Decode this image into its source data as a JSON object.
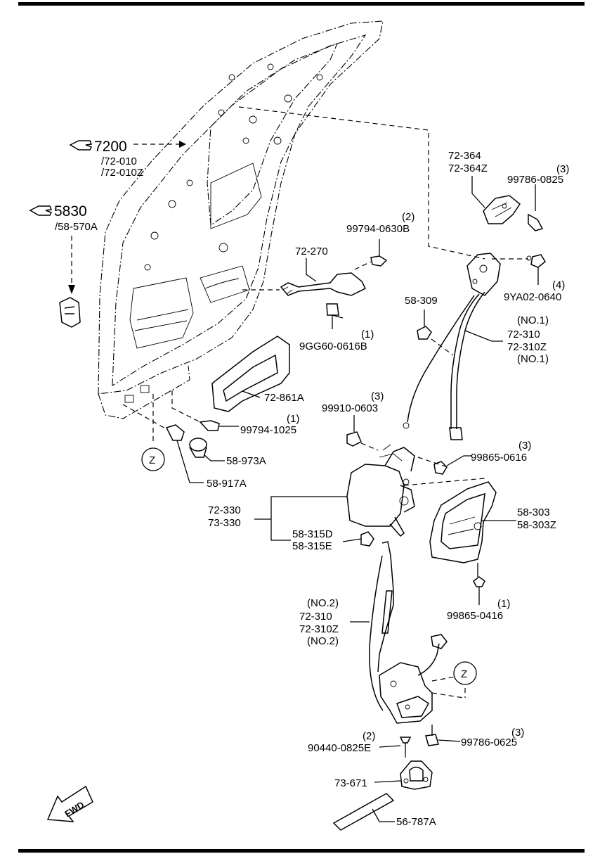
{
  "references": [
    {
      "id": "ref-7200",
      "lines": [
        "7200",
        "/72-010",
        "/72-010Z"
      ],
      "icon": "hand-pointer-icon"
    },
    {
      "id": "ref-5830",
      "lines": [
        "5830",
        "/58-570A"
      ],
      "icon": "hand-pointer-icon"
    }
  ],
  "labels": {
    "p72_364": "72-364",
    "p72_364z": "72-364Z",
    "q99786_0825": "(3)",
    "p99786_0825": "99786-0825",
    "q99794_0630b": "(2)",
    "p99794_0630b": "99794-0630B",
    "p72_270": "72-270",
    "p9ya02_0640": "9YA02-0640",
    "q9ya02_0640": "(4)",
    "p58_309": "58-309",
    "no1_a": "(NO.1)",
    "p72_310_a": "72-310",
    "p72_310z_a": "72-310Z",
    "no1_b": "(NO.1)",
    "q9gg60_0616b": "(1)",
    "p9gg60_0616b": "9GG60-0616B",
    "p72_861a": "72-861A",
    "q99910_0603": "(3)",
    "p99910_0603": "99910-0603",
    "q99794_1025": "(1)",
    "p99794_1025": "99794-1025",
    "q99865_0616": "(3)",
    "p99865_0616": "99865-0616",
    "p58_973a": "58-973A",
    "z_top": "Z",
    "p58_917a": "58-917A",
    "p72_330": "72-330",
    "p73_330": "73-330",
    "p58_303": "58-303",
    "p58_303z": "58-303Z",
    "p58_315d": "58-315D",
    "p58_315e": "58-315E",
    "q99865_0416": "(1)",
    "p99865_0416": "99865-0416",
    "no2_a": "(NO.2)",
    "p72_310_b": "72-310",
    "p72_310z_b": "72-310Z",
    "no2_b": "(NO.2)",
    "z_bottom": "Z",
    "q90440_0825e": "(2)",
    "p90440_0825e": "90440-0825E",
    "q99786_0625": "(3)",
    "p99786_0625": "99786-0625",
    "p73_671": "73-671",
    "p56_787a": "56-787A",
    "fwd": "FWD"
  }
}
